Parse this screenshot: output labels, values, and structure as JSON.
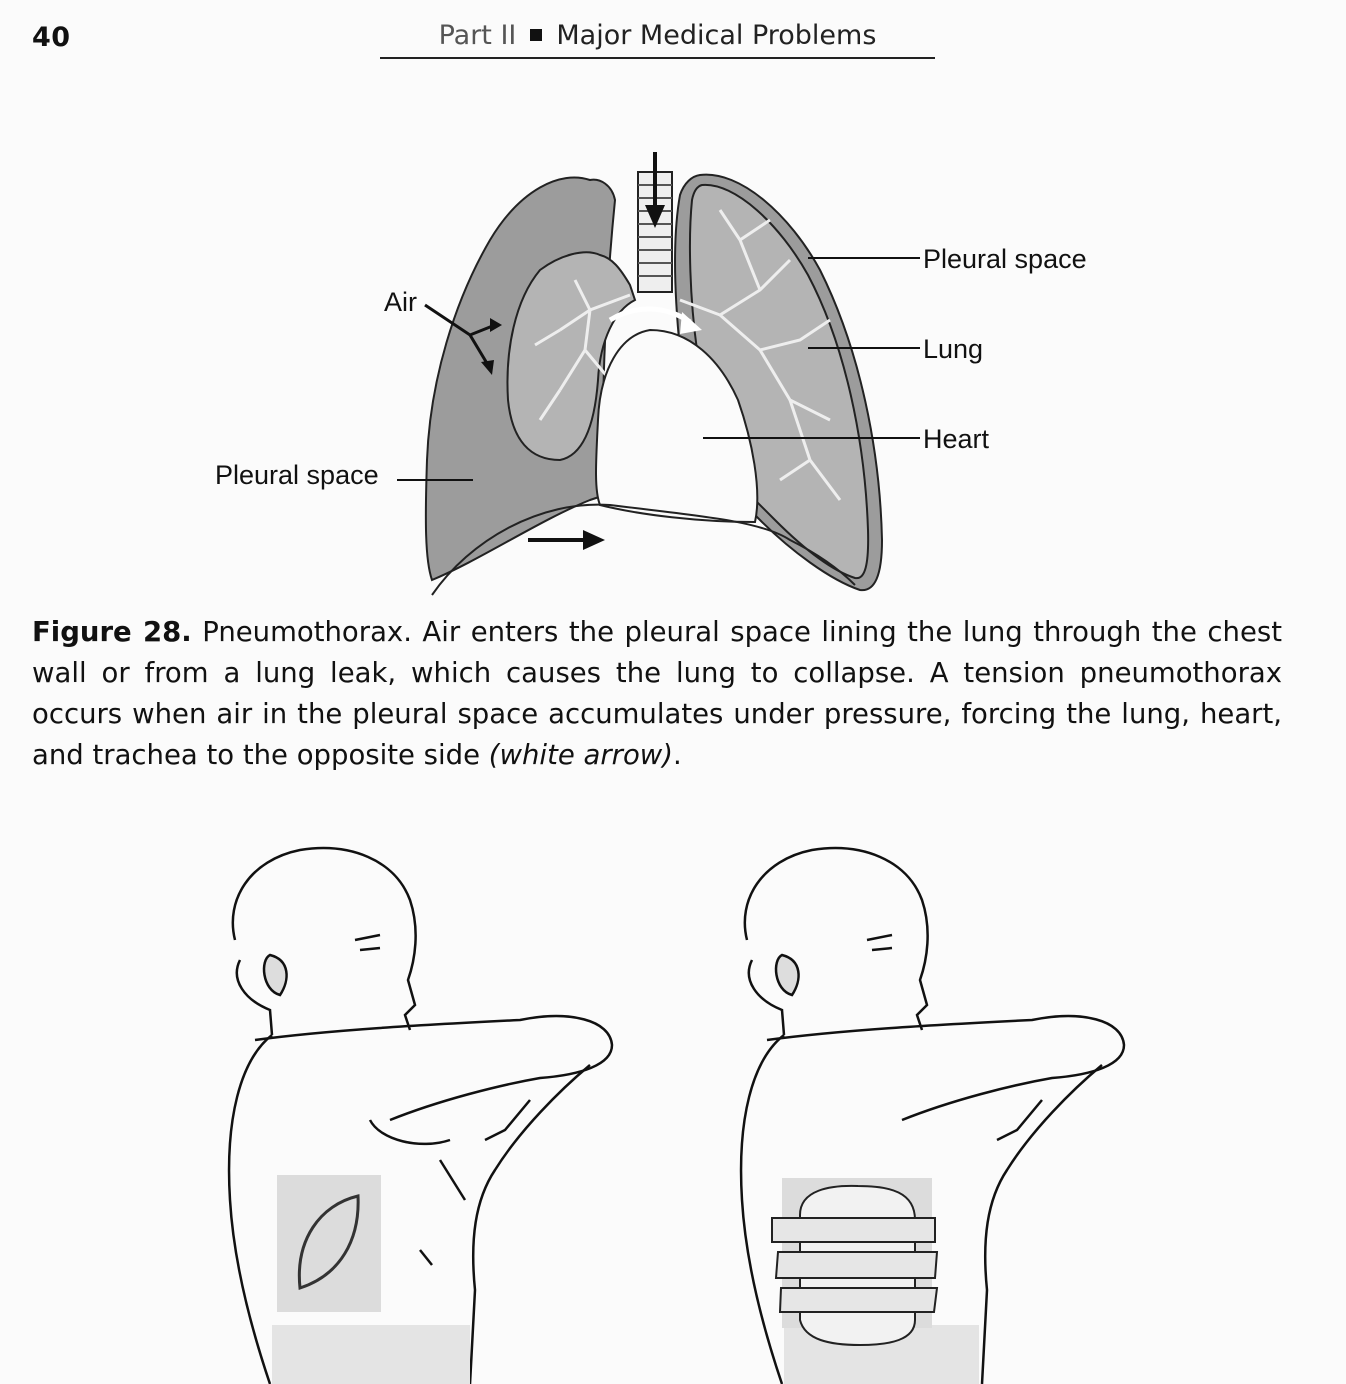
{
  "page": {
    "number": "40",
    "running_head": {
      "part": "Part II",
      "title": "Major Medical Problems"
    }
  },
  "figure_28": {
    "labels": {
      "air": "Air",
      "pleural_space_left": "Pleural space",
      "pleural_space_right": "Pleural space",
      "lung": "Lung",
      "heart": "Heart"
    },
    "caption": {
      "label": "Figure 28.",
      "text_main": "Pneumothorax. Air enters the pleural space lining the lung through the chest wall or from a lung leak, which causes the lung to collapse. A tension pneumothorax occurs when air in the pleural space accumulates under pressure, forcing the lung, heart, and trachea to the opposite side",
      "text_italic": "(white arrow)",
      "text_end": "."
    }
  },
  "colors": {
    "lung_fill": "#9c9c9c",
    "lung_inner": "#b4b4b4",
    "line": "#111111",
    "bandage": "#e6e6e6"
  }
}
